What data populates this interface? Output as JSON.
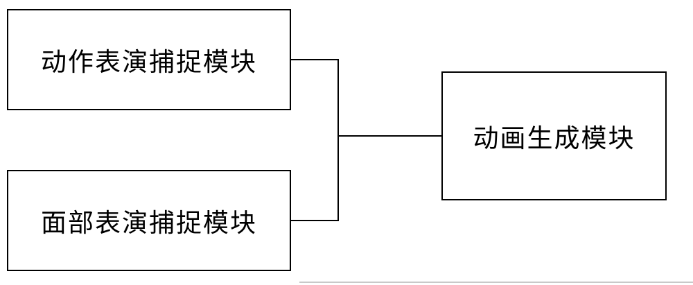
{
  "diagram": {
    "boxes": {
      "motion_capture": {
        "label": "动作表演捕捉模块"
      },
      "facial_capture": {
        "label": "面部表演捕捉模块"
      },
      "animation_generation": {
        "label": "动画生成模块"
      }
    },
    "colors": {
      "line": "#000000",
      "box_border": "#000000",
      "background": "#ffffff",
      "faint_bottom_line": "#c9c9c9"
    }
  }
}
